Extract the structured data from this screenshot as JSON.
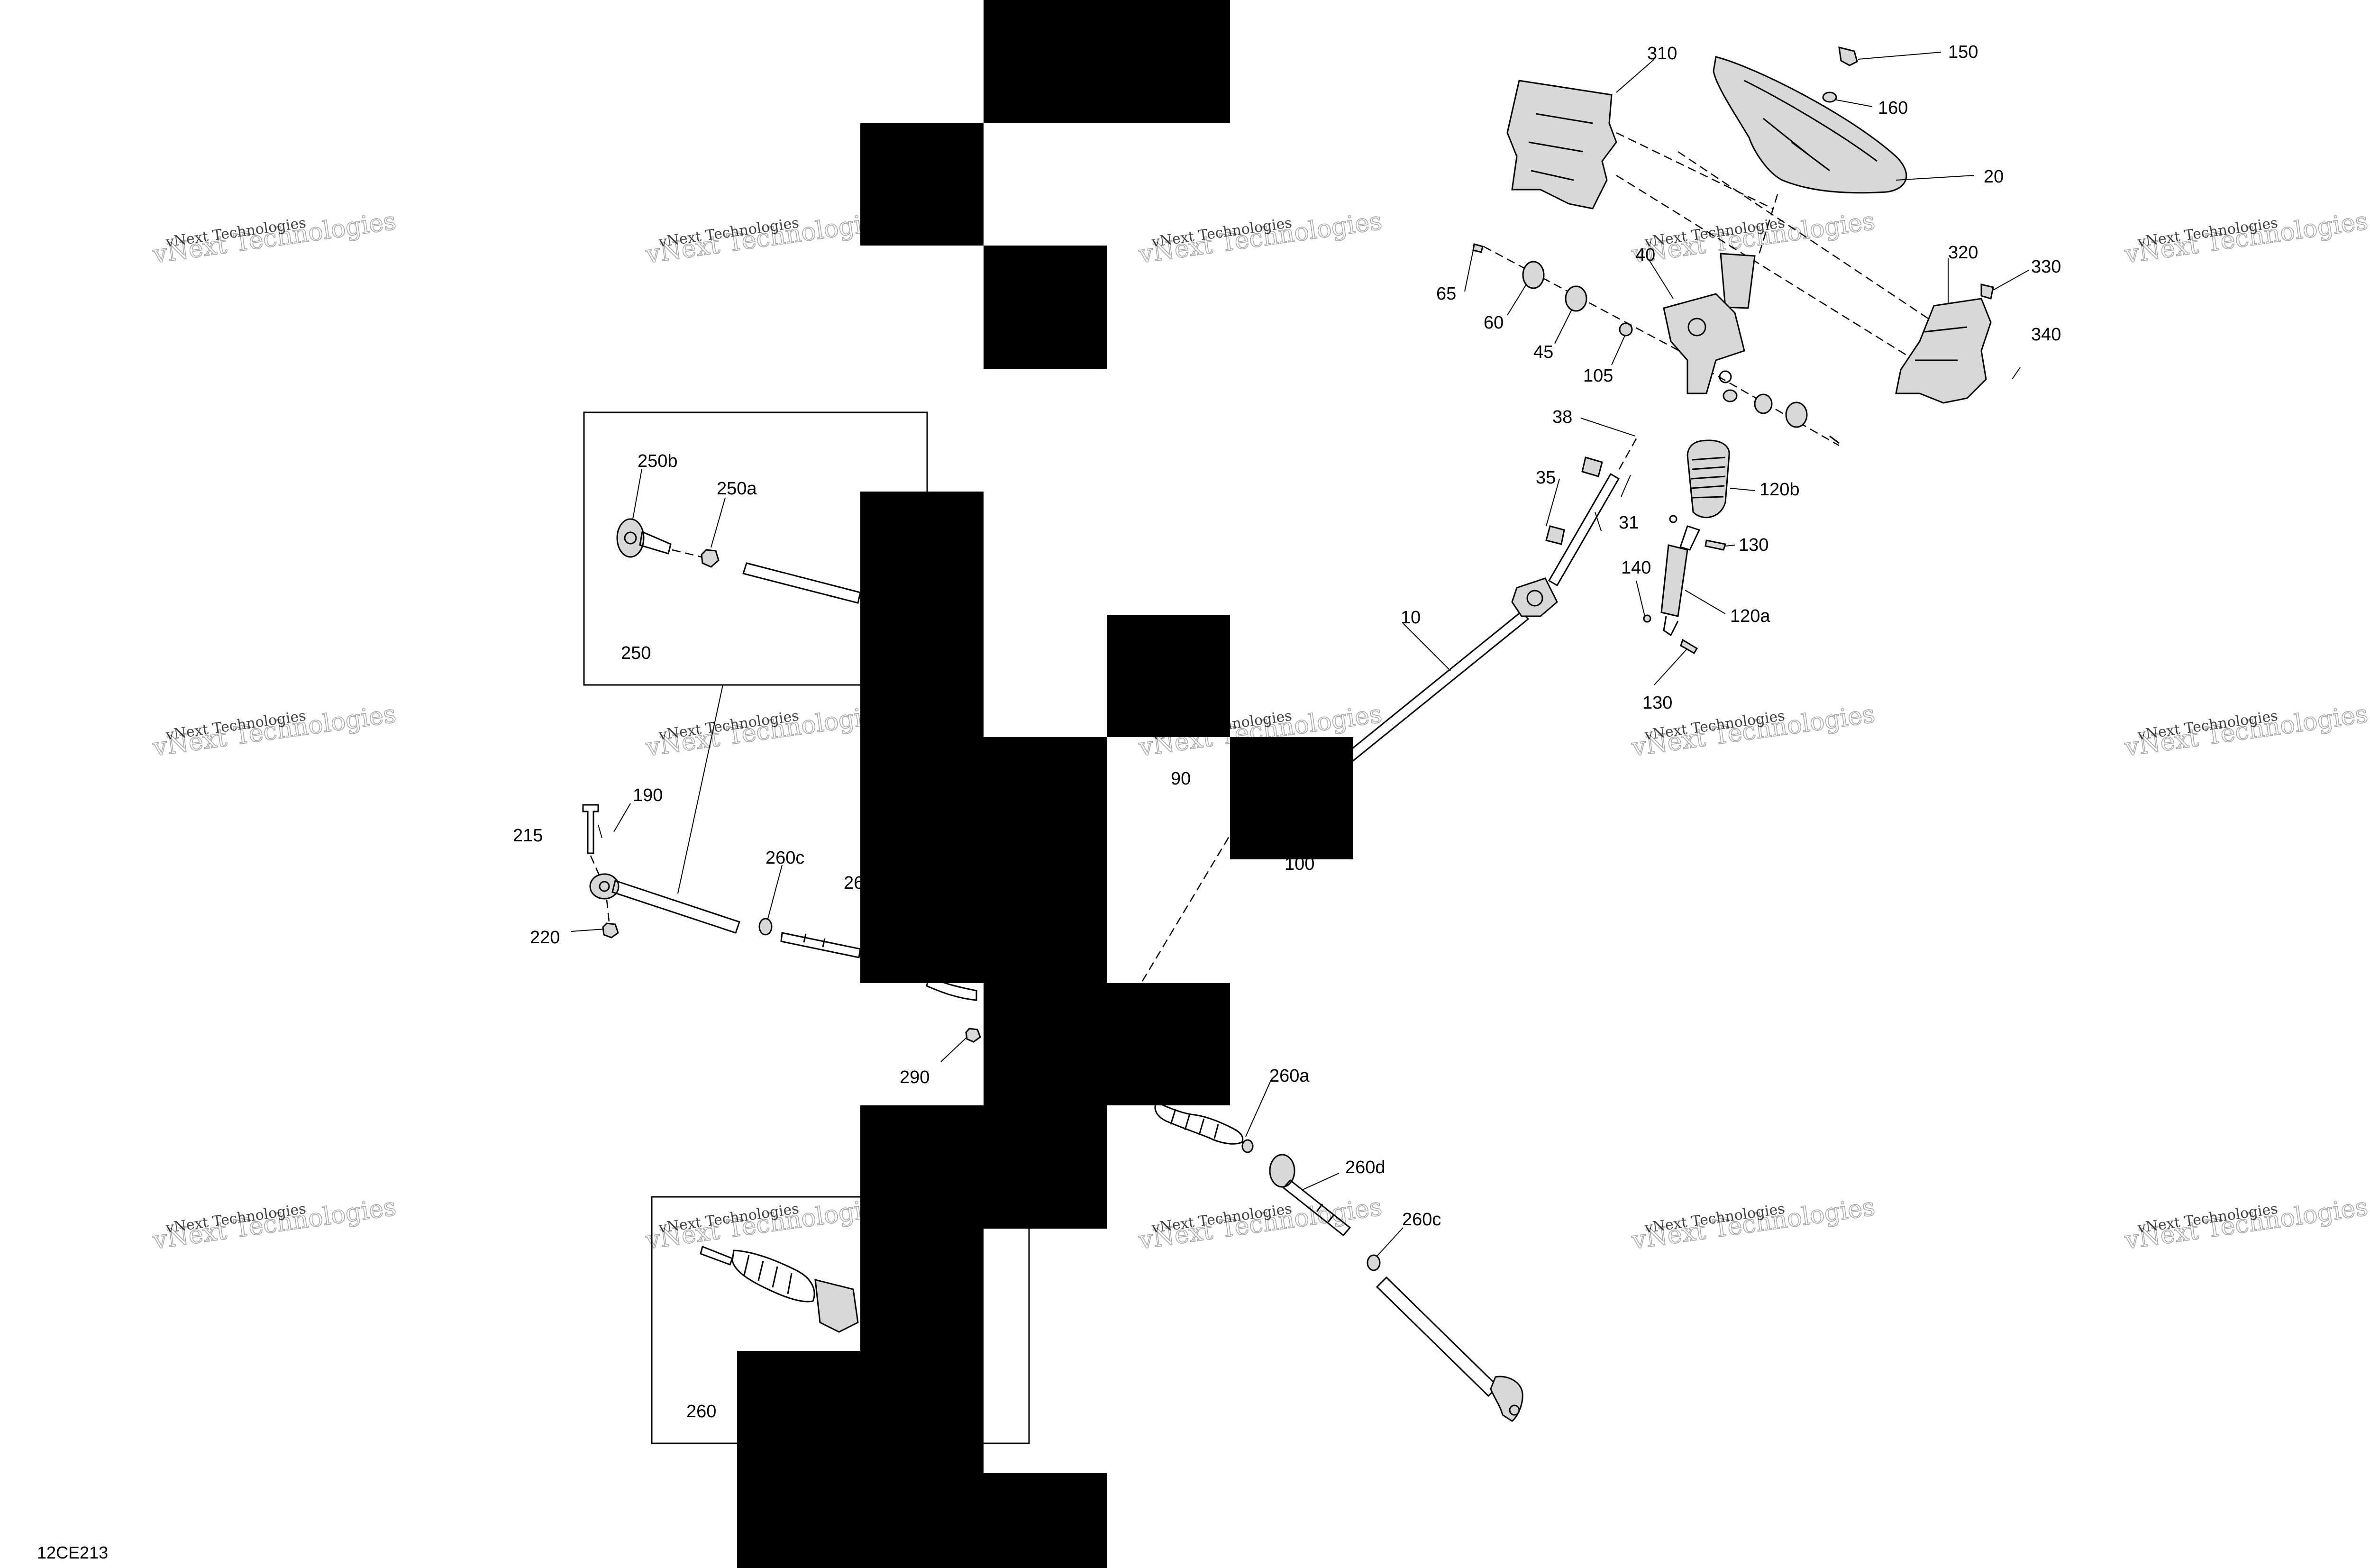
{
  "figure": {
    "reference": "12CE213",
    "watermark_line1": "vNext Technologies",
    "watermark_line2": "vNext Technologies"
  },
  "callouts": {
    "c10": "10",
    "c20": "20",
    "c31": "31",
    "c35": "35",
    "c38": "38",
    "c40": "40",
    "c45": "45",
    "c60": "60",
    "c65": "65",
    "c90": "90",
    "c100": "100",
    "c105": "105",
    "c120a": "120a",
    "c120b": "120b",
    "c130a": "130",
    "c130b": "130",
    "c140": "140",
    "c150": "150",
    "c160": "160",
    "c190": "190",
    "c215": "215",
    "c220": "220",
    "c250": "250",
    "c250a": "250a",
    "c250b": "250b",
    "c260": "260",
    "c260a": "260a",
    "c260c_left": "260c",
    "c260c_right": "260c",
    "c260_partial": "26",
    "c260d": "260d",
    "c290": "290",
    "c310": "310",
    "c320": "320",
    "c330": "330",
    "c340": "340"
  }
}
